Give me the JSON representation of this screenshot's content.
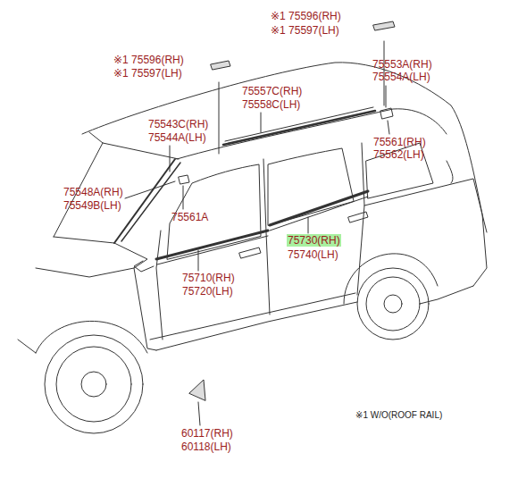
{
  "diagram": {
    "labels": [
      "※1 75596(RH)",
      "※1 75597(LH)",
      "※1 75596(RH)",
      "※1 75597(LH)",
      "75553A(RH)",
      "75554A(LH)",
      "75557C(RH)",
      "75558C(LH)",
      "75543C(RH)",
      "75544A(LH)",
      "75561(RH)",
      "75562(LH)",
      "75548A(RH)",
      "75549B(LH)",
      "75561A",
      "75730(RH)",
      "75740(LH)",
      "75710(RH)",
      "75720(LH)",
      "60117(RH)",
      "60118(LH)",
      "※1 W/O(ROOF RAIL)"
    ]
  }
}
